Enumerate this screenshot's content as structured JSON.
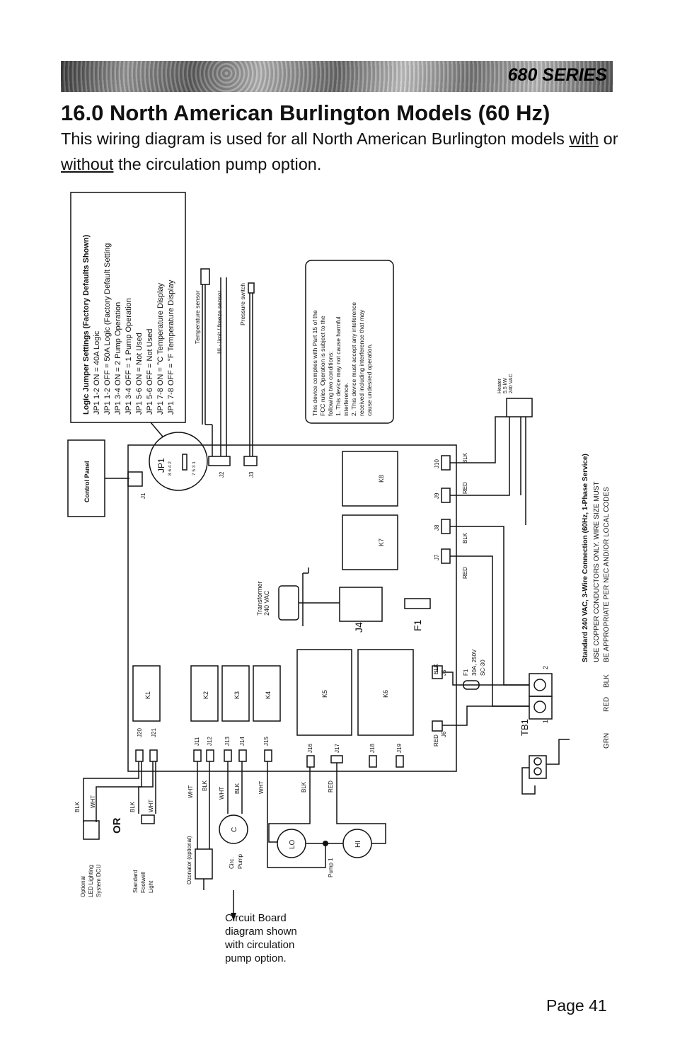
{
  "header": {
    "series": "680 SERIES"
  },
  "page": {
    "title": "16.0 North American Burlington Models (60 Hz)",
    "intro_a": "This wiring diagram is used for all North American Burlington models ",
    "intro_with": "with",
    "intro_b": " or ",
    "intro_without": "without",
    "intro_c": " the circulation pump option.",
    "note": "Circuit Board diagram shown with circulation pump option.",
    "page_number": "Page 41"
  },
  "jumper": {
    "title": "Logic Jumper Settings (Factory Defaults Shown)",
    "lines": [
      "JP1 1-2 ON    =   40A Logic",
      "JP1 1-2 OFF  =   50A Logic (Factory Default Setting",
      "JP1 3-4 ON    =   2 Pump Operation",
      "JP1 3-4 OFF  =   1 Pump Operation",
      "JP1 5-6 ON    =   Not Used",
      "JP1 5-6 OFF  =   Not Used",
      "JP1 7-8 ON    =   °C Temperature Display",
      "JP1 7-8 OFF  =   °F Temperature Display"
    ]
  },
  "fcc": {
    "lines": [
      "This device complies with Part 15 of the",
      "FCC rules.  Operation is subject to the",
      "following two conditions:",
      "1.  This device may not cause harmful",
      "     interference.",
      "2.  This device must accept any inteference",
      "     received including interference that may",
      "     cause undesired operation."
    ]
  },
  "sensors": {
    "temp": "Temperature sensor",
    "hilimit": "Hi - limit / freeze sensor",
    "pressure": "Pressure switch"
  },
  "control_panel": "Control Panel",
  "board": {
    "jp1": "JP1",
    "j1": "J1",
    "j2": "J2",
    "j3": "J3",
    "j4": "J4",
    "f1": "F1",
    "jp_pins_top": "8  6  4  2",
    "jp_pins_mid": "7  5  3  1",
    "relays": [
      "K1",
      "K2",
      "K3",
      "K4",
      "K5",
      "K6",
      "K7",
      "K8"
    ],
    "jacks": [
      "J20",
      "J21",
      "J11",
      "J12",
      "J13",
      "J14",
      "J15",
      "J16",
      "J17",
      "J18",
      "J19"
    ],
    "j5": "J5",
    "j6": "J6",
    "j7": "J7",
    "j8": "J8",
    "j9": "J9",
    "j10": "J10",
    "fuse_f1": "F1",
    "fuse_rating": "30A, 250V",
    "fuse_type": "SC-30"
  },
  "transformer": {
    "label": "Transformer",
    "voltage": "240 VAC"
  },
  "heater": {
    "label": "Heater",
    "power": "5.5 kW",
    "voltage": "240 VAC"
  },
  "wires": {
    "blk": "BLK",
    "wht": "WHT",
    "red": "RED",
    "grn": "GRN"
  },
  "power": {
    "line1": "Standard 240 VAC, 3-Wire Connection (60Hz, 1-Phase Service)",
    "line2": "USE COPPER CONDUCTORS ONLY.  WIRE SIZE MUST",
    "line3": "BE APPROPRIATE PER NEC AND/OR LOCAL CODES",
    "tb1": "TB1",
    "t1": "1",
    "t2": "2"
  },
  "components": {
    "or": "OR",
    "led_1": "Optional",
    "led_2": "LED Lighting",
    "led_3": "System DCU",
    "foot_1": "Standard",
    "foot_2": "Footwell",
    "foot_3": "Light",
    "ozonator": "Ozonator (optional)",
    "circ_1": "Circ.",
    "circ_2": "Pump",
    "circ_c": "C",
    "pump1": "Pump 1",
    "lo": "LO",
    "hi": "HI"
  }
}
